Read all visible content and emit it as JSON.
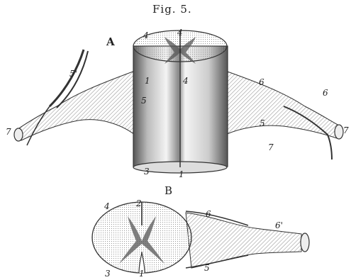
{
  "figure": {
    "caption": "Fig. 5."
  },
  "panel_a": {
    "letter": "A",
    "labels": {
      "l4a": "4",
      "l4b": "4",
      "l5prime": "5'",
      "l1a": "1",
      "l5a": "5",
      "l4c": "4",
      "l6a": "6",
      "l6b": "6",
      "l5b": "5",
      "l7a": "7",
      "l7b": "7",
      "l7c": "7",
      "l3": "3",
      "l1b": "1"
    }
  },
  "panel_b": {
    "letter": "B",
    "labels": {
      "l2": "2",
      "l4": "4",
      "l6": "6",
      "l6prime": "6'",
      "l3": "3",
      "l1": "1",
      "l5": "5"
    }
  }
}
